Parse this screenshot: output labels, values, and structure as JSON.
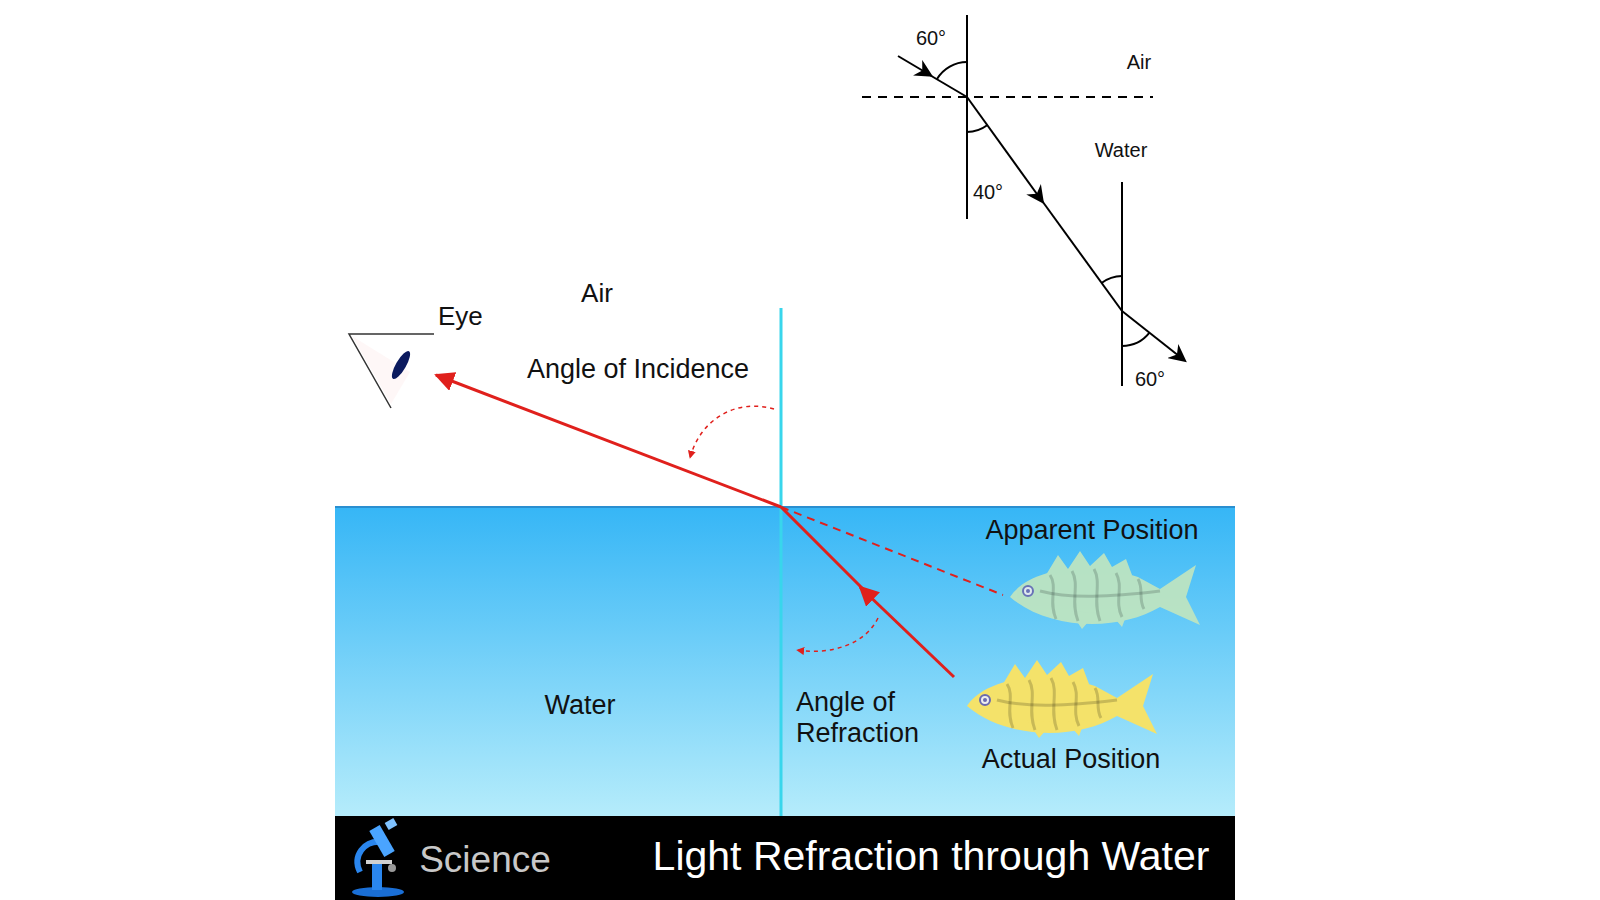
{
  "diagram": {
    "nodes": [
      {
        "text": [
          "Water",
          "Apparent Position",
          "Angle of Refraction",
          "Actual Position"
        ]
      },
      {
        "text": [
          "Science",
          "Light Refraction through Water"
        ]
      }
    ],
    "labels": [
      "60°",
      "Air",
      "Water",
      "40°",
      "60°",
      "Air",
      "Eye",
      "Angle of Incidence"
    ]
  }
}
